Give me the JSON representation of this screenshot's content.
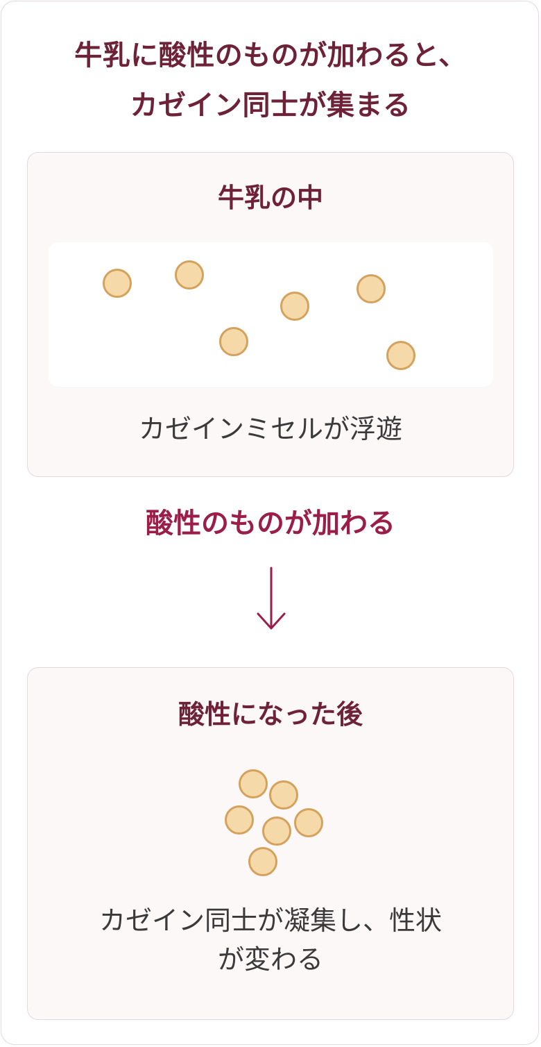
{
  "title": {
    "line1": "牛乳に酸性のものが加わると、",
    "line2": "カゼイン同士が集まる"
  },
  "before": {
    "heading": "牛乳の中",
    "caption": "カゼインミセルが浮遊"
  },
  "step": {
    "label": "酸性のものが加わる",
    "arrow_icon": "down-arrow-icon"
  },
  "after": {
    "heading": "酸性になった後",
    "caption_line1": "カゼイン同士が凝集し、性状",
    "caption_line2": "が変わる"
  },
  "colors": {
    "title": "#6e2238",
    "accent": "#9b1e48",
    "micelle_fill": "#f5d9a9",
    "micelle_border": "#d4a25c",
    "panel_bg": "#fcf8f8",
    "border": "#e6d8dc"
  }
}
